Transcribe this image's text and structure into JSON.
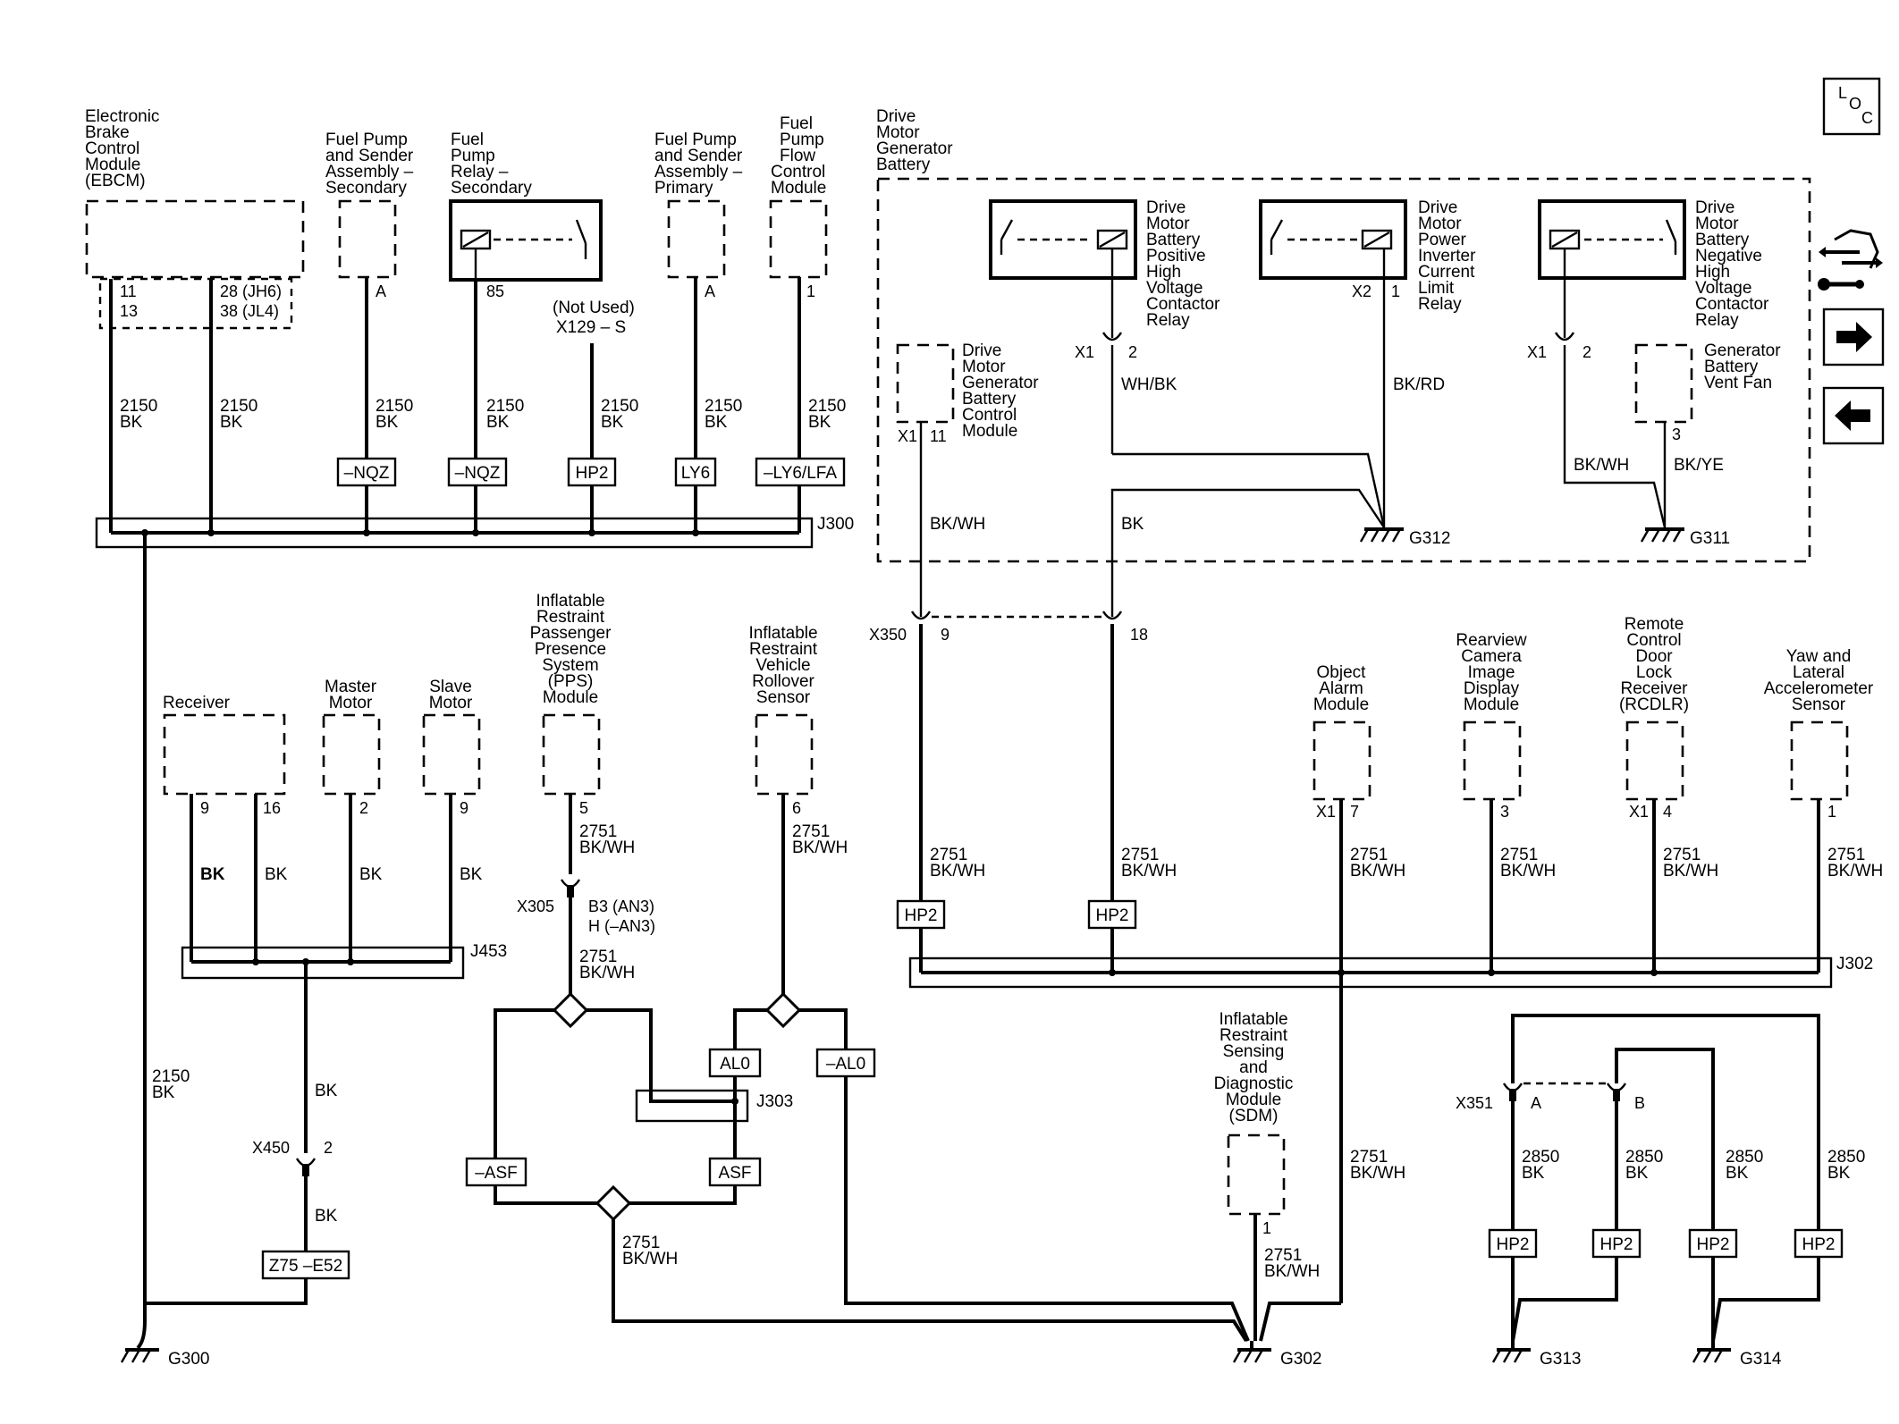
{
  "components": {
    "ebcm": [
      "Electronic",
      "Brake",
      "Control",
      "Module",
      "(EBCM)"
    ],
    "fuel_pump_sec": [
      "Fuel Pump",
      "and Sender",
      "Assembly –",
      "Secondary"
    ],
    "fuel_relay_sec": [
      "Fuel",
      "Pump",
      "Relay –",
      "Secondary"
    ],
    "fuel_pump_pri": [
      "Fuel Pump",
      "and Sender",
      "Assembly –",
      "Primary"
    ],
    "fpfcm": [
      "Fuel",
      "Pump",
      "Flow",
      "Control",
      "Module"
    ],
    "dmgb": [
      "Drive",
      "Motor",
      "Generator",
      "Battery"
    ],
    "pos_relay": [
      "Drive",
      "Motor",
      "Battery",
      "Positive",
      "High",
      "Voltage",
      "Contactor",
      "Relay"
    ],
    "inv_relay": [
      "Drive",
      "Motor",
      "Power",
      "Inverter",
      "Current",
      "Limit",
      "Relay"
    ],
    "neg_relay": [
      "Drive",
      "Motor",
      "Battery",
      "Negative",
      "High",
      "Voltage",
      "Contactor",
      "Relay"
    ],
    "dmgbcm": [
      "Drive",
      "Motor",
      "Generator",
      "Battery",
      "Control",
      "Module"
    ],
    "vent_fan": [
      "Generator",
      "Battery",
      "Vent Fan"
    ],
    "receiver": [
      "Receiver"
    ],
    "master_motor": [
      "Master",
      "Motor"
    ],
    "slave_motor": [
      "Slave",
      "Motor"
    ],
    "pps": [
      "Inflatable",
      "Restraint",
      "Passenger",
      "Presence",
      "System",
      "(PPS)",
      "Module"
    ],
    "rollover": [
      "Inflatable",
      "Restraint",
      "Vehicle",
      "Rollover",
      "Sensor"
    ],
    "object_alarm": [
      "Object",
      "Alarm",
      "Module"
    ],
    "rearview": [
      "Rearview",
      "Camera",
      "Image",
      "Display",
      "Module"
    ],
    "rcdlr": [
      "Remote",
      "Control",
      "Door",
      "Lock",
      "Receiver",
      "(RCDLR)"
    ],
    "yaw": [
      "Yaw and",
      "Lateral",
      "Accelerometer",
      "Sensor"
    ],
    "sdm": [
      "Inflatable",
      "Restraint",
      "Sensing",
      "and",
      "Diagnostic",
      "Module",
      "(SDM)"
    ]
  },
  "pins": {
    "ebcm_11": "11",
    "ebcm_13": "13",
    "ebcm_28": "28 (JH6)",
    "ebcm_38": "38 (JL4)",
    "fps_a": "A",
    "frs_85": "85",
    "fpp_a": "A",
    "fpfcm_1": "1",
    "pos_x1": "X1",
    "pos_2": "2",
    "inv_x2": "X2",
    "inv_1": "1",
    "neg_x1": "X1",
    "neg_2": "2",
    "bcm_x1": "X1",
    "bcm_11": "11",
    "fan_3": "3",
    "recv_9": "9",
    "recv_16": "16",
    "master_2": "2",
    "slave_9": "9",
    "pps_5": "5",
    "roll_6": "6",
    "oam_x1": "X1",
    "oam_7": "7",
    "rv_3": "3",
    "rc_x1": "X1",
    "rc_4": "4",
    "yaw_1": "1",
    "sdm_1": "1",
    "x350": "X350",
    "x350_9": "9",
    "x350_18": "18",
    "x305": "X305",
    "x305_b3": "B3 (AN3)",
    "x305_h": "H (–AN3)",
    "x450": "X450",
    "x450_2": "2",
    "x351": "X351",
    "x351_a": "A",
    "x351_b": "B",
    "not_used": "(Not Used)",
    "x129": "X129 – S"
  },
  "wires": {
    "w2150": "2150",
    "w2751": "2751",
    "w2850": "2850",
    "bk": "BK",
    "bkwh": "BK/WH",
    "whbk": "WH/BK",
    "bkrd": "BK/RD",
    "bkye": "BK/YE"
  },
  "options": {
    "nqz": "–NQZ",
    "hp2": "HP2",
    "ly6": "LY6",
    "ly6lfa": "–LY6/LFA",
    "al0": "AL0",
    "nal0": "–AL0",
    "asf": "ASF",
    "nasf": "–ASF",
    "z75": "Z75 –E52"
  },
  "splices": {
    "j300": "J300",
    "j302": "J302",
    "j303": "J303",
    "j453": "J453"
  },
  "grounds": {
    "g300": "G300",
    "g302": "G302",
    "g311": "G311",
    "g312": "G312",
    "g313": "G313",
    "g314": "G314"
  },
  "nav": {
    "loc_l": "L",
    "loc_o": "O",
    "loc_c": "C"
  }
}
